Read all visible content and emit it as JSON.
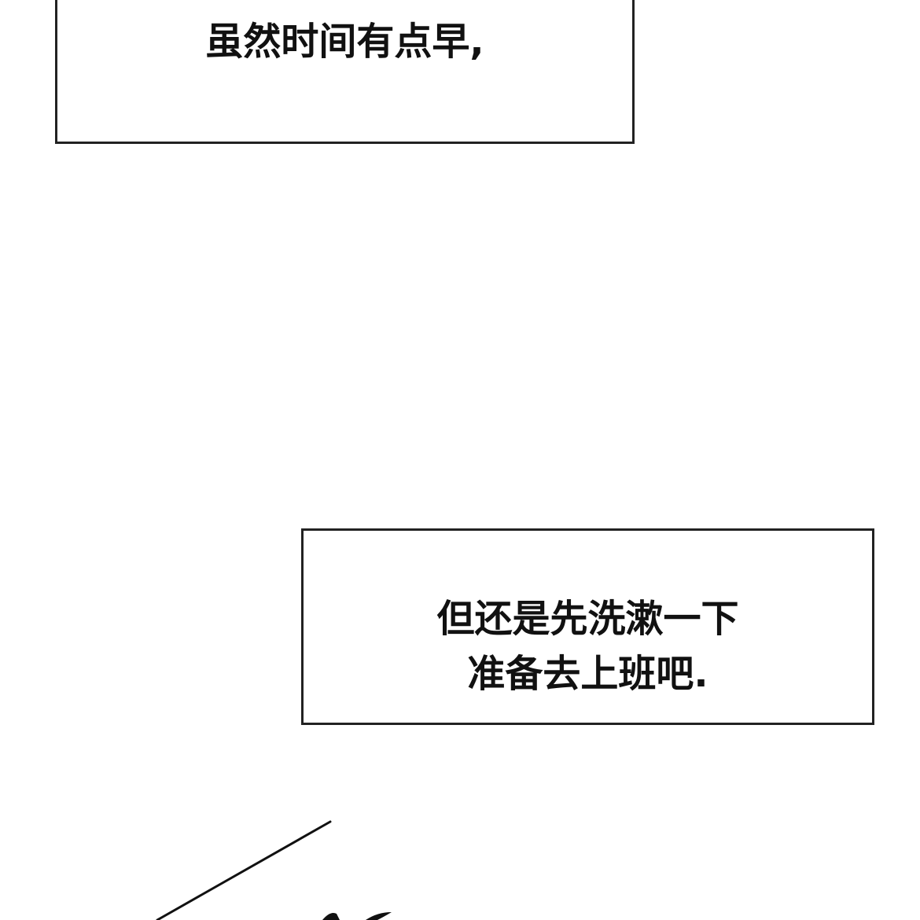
{
  "captions": [
    {
      "lines": [
        "虽然时间有点早,"
      ]
    },
    {
      "lines": [
        "但还是先洗漱一下",
        "准备去上班吧."
      ]
    }
  ]
}
